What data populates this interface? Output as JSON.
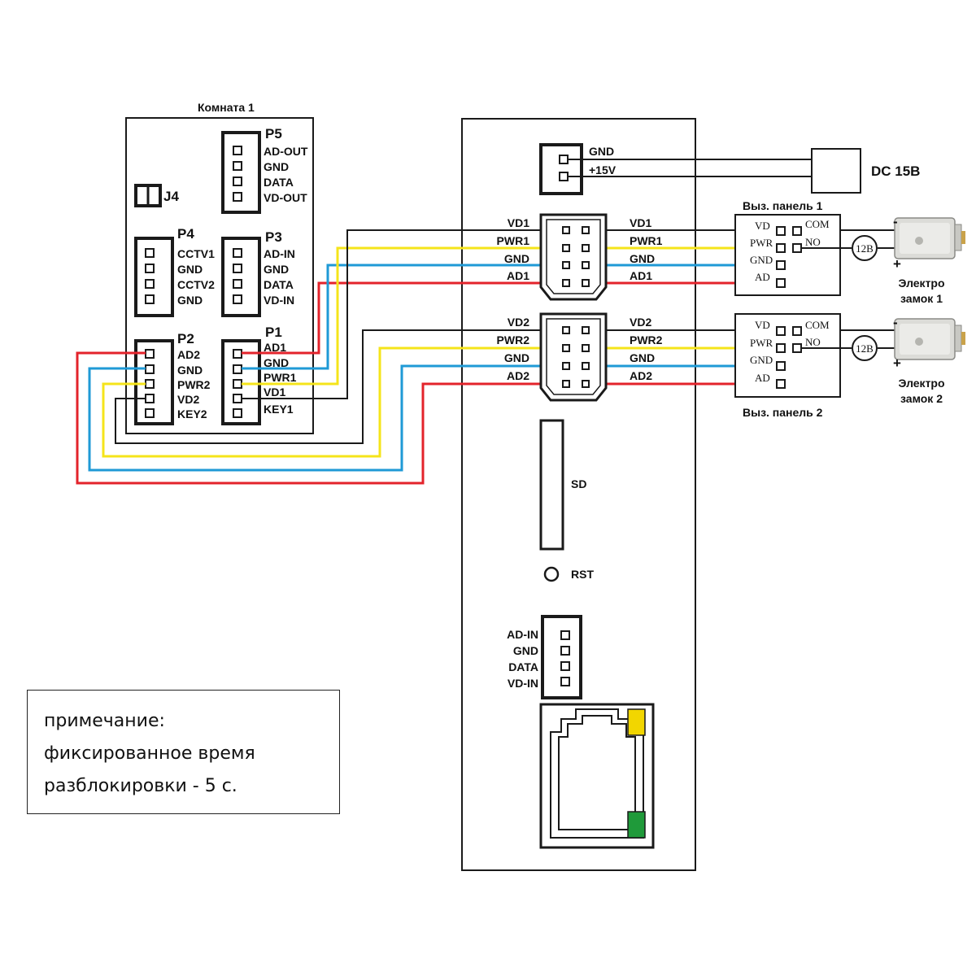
{
  "room1": {
    "title": "Комната 1",
    "j4_label": "J4",
    "p5": {
      "name": "P5",
      "pins": [
        "AD-OUT",
        "GND",
        "DATA",
        "VD-OUT"
      ]
    },
    "p4": {
      "name": "P4",
      "pins": [
        "CCTV1",
        "GND",
        "CCTV2",
        "GND"
      ]
    },
    "p3": {
      "name": "P3",
      "pins": [
        "AD-IN",
        "GND",
        "DATA",
        "VD-IN"
      ]
    },
    "p2": {
      "name": "P2",
      "pins": [
        "AD2",
        "GND",
        "PWR2",
        "VD2",
        "KEY2"
      ]
    },
    "p1": {
      "name": "P1",
      "pins": [
        "AD1",
        "GND",
        "PWR1",
        "VD1",
        "KEY1"
      ]
    }
  },
  "monitor": {
    "power": {
      "gnd": "GND",
      "plus": "+15V"
    },
    "psu_label": "DC 15B",
    "conn1": {
      "left": [
        "VD1",
        "PWR1",
        "GND",
        "AD1"
      ],
      "right": [
        "VD1",
        "PWR1",
        "GND",
        "AD1"
      ]
    },
    "conn2": {
      "left": [
        "VD2",
        "PWR2",
        "GND",
        "AD2"
      ],
      "right": [
        "VD2",
        "PWR2",
        "GND",
        "AD2"
      ]
    },
    "sd_label": "SD",
    "rst_label": "RST",
    "bottom_conn": [
      "AD-IN",
      "GND",
      "DATA",
      "VD-IN"
    ]
  },
  "panel1": {
    "title": "Выз. панель 1",
    "pins": [
      "VD",
      "PWR",
      "GND",
      "AD"
    ],
    "relay": [
      "COM",
      "NO"
    ],
    "voltage": "12В",
    "lock_label": [
      "Электро",
      "замок 1"
    ]
  },
  "panel2": {
    "title": "Выз. панель 2",
    "pins": [
      "VD",
      "PWR",
      "GND",
      "AD"
    ],
    "relay": [
      "COM",
      "NO"
    ],
    "voltage": "12В",
    "lock_label": [
      "Электро",
      "замок 2"
    ]
  },
  "lock_polarity": {
    "minus": "-",
    "plus": "+"
  },
  "note": [
    "примечание:",
    "фиксированное время",
    "разблокировки - 5 с."
  ],
  "colors": {
    "red": "#e3232b",
    "blue": "#1f9ad6",
    "yellow": "#f5e41a",
    "black": "#1a1a1a",
    "led_yellow": "#f2d600",
    "led_green": "#1f9a3a"
  }
}
